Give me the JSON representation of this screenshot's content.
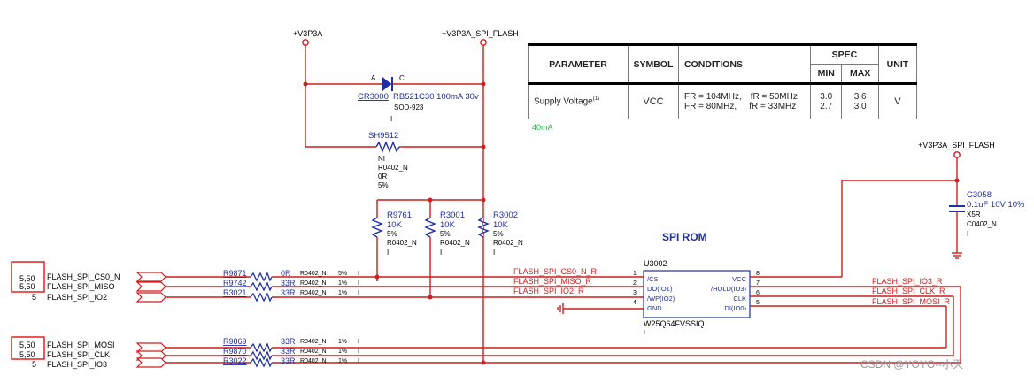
{
  "rails": {
    "v3p3a": "+V3P3A",
    "v3p3a_spi_flash": "+V3P3A_SPI_FLASH",
    "v3p3a_spi_flash_right": "+V3P3A_SPI_FLASH"
  },
  "diode": {
    "pin_a": "A",
    "pin_c": "C",
    "ref": "CR3000",
    "value": "RB521C30 100mA 30v",
    "package": "SOD-923"
  },
  "shunt": {
    "ref": "SH9512",
    "tick": "I",
    "lines": [
      "NI",
      "R0402_N",
      "0R",
      "5%"
    ]
  },
  "pullups": [
    {
      "ref": "R9761",
      "value": "10K",
      "tol": "5%",
      "pkg": "R0402_N",
      "tick": "I"
    },
    {
      "ref": "R3001",
      "value": "10K",
      "tol": "5%",
      "pkg": "R0402_N",
      "tick": "I"
    },
    {
      "ref": "R3002",
      "value": "10K",
      "tol": "5%",
      "pkg": "R0402_N",
      "tick": "I"
    }
  ],
  "cap": {
    "ref": "C3058",
    "value": "0.1uF 10V 10%",
    "dielectric": "X5R",
    "pkg": "C0402_N",
    "tick": "I"
  },
  "title": "SPI ROM",
  "chip": {
    "ref": "U3002",
    "part": "W25Q64FVSSIQ",
    "tick": "I",
    "left_pins": [
      {
        "num": "1",
        "name": "/CS"
      },
      {
        "num": "2",
        "name": "DO(IO1)"
      },
      {
        "num": "3",
        "name": "/WP(IO2)"
      },
      {
        "num": "4",
        "name": "GND"
      }
    ],
    "right_pins": [
      {
        "num": "8",
        "name": "VCC"
      },
      {
        "num": "7",
        "name": "/HOLD(IO3)"
      },
      {
        "num": "6",
        "name": "CLK"
      },
      {
        "num": "5",
        "name": "DI(IO0)"
      }
    ]
  },
  "left_nets": [
    "FLASH_SPI_CS0_N_R",
    "FLASH_SPI_MISO_R",
    "FLASH_SPI_IO2_R"
  ],
  "right_nets": [
    "FLASH_SPI_IO3_R",
    "FLASH_SPI_CLK_R",
    "FLASH_SPI_MOSI_R"
  ],
  "series_resistors": [
    {
      "ref": "R9871",
      "value": "0R",
      "pkg": "R0402_N",
      "tol": "5%",
      "tick": "I"
    },
    {
      "ref": "R9742",
      "value": "33R",
      "pkg": "R0402_N",
      "tol": "1%",
      "tick": "I"
    },
    {
      "ref": "R3021",
      "value": "33R",
      "pkg": "R0402_N",
      "tol": "1%",
      "tick": "I"
    },
    {
      "ref": "R9869",
      "value": "33R",
      "pkg": "R0402_N",
      "tol": "1%",
      "tick": "I"
    },
    {
      "ref": "R9870",
      "value": "33R",
      "pkg": "R0402_N",
      "tol": "1%",
      "tick": "I"
    },
    {
      "ref": "R3022",
      "value": "33R",
      "pkg": "R0402_N",
      "tol": "1%",
      "tick": "I"
    }
  ],
  "ports": [
    {
      "sheet": "5,50",
      "name": "FLASH_SPI_CS0_N"
    },
    {
      "sheet": "5,50",
      "name": "FLASH_SPI_MISO"
    },
    {
      "sheet": "5",
      "name": "FLASH_SPI_IO2"
    },
    {
      "sheet": "5,50",
      "name": "FLASH_SPI_MOSI"
    },
    {
      "sheet": "5,50",
      "name": "FLASH_SPI_CLK"
    },
    {
      "sheet": "5",
      "name": "FLASH_SPI_IO3"
    }
  ],
  "spec_table": {
    "headers": {
      "parameter": "PARAMETER",
      "symbol": "SYMBOL",
      "conditions": "CONDITIONS",
      "spec": "SPEC",
      "min": "MIN",
      "max": "MAX",
      "unit": "UNIT"
    },
    "row": {
      "parameter": "Supply Voltage",
      "footnote": "(1)",
      "symbol": "VCC",
      "cond1a": "FR = 104MHz,",
      "cond1b": "fR = 50MHz",
      "cond2a": "FR = 80MHz,",
      "cond2b": "fR = 33MHz",
      "min1": "3.0",
      "min2": "2.7",
      "max1": "3.6",
      "max2": "3.0",
      "unit": "V"
    }
  },
  "note": "40mA",
  "watermark": "CSDN @YOYO--小天",
  "colors": {
    "wire": "#d11d1d",
    "component": "#1f2fa5",
    "port_box": "#e01010",
    "note": "#22b14c"
  }
}
